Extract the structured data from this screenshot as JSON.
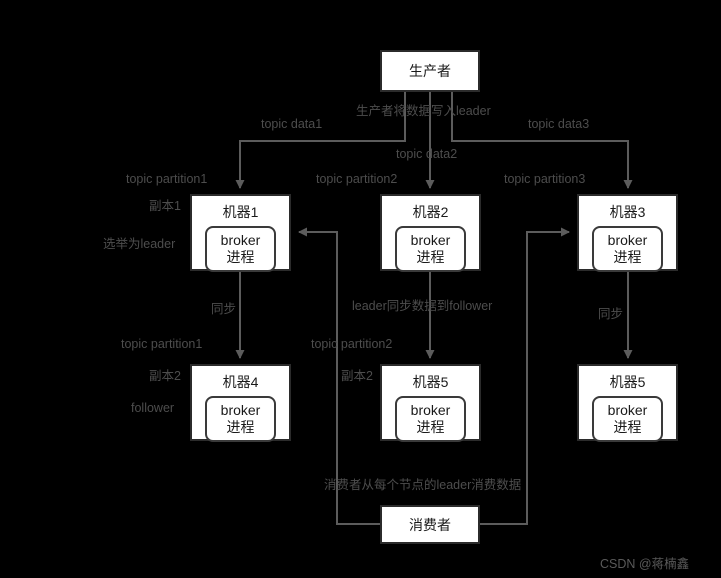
{
  "diagram": {
    "title_node": {
      "label": "生产者"
    },
    "consumer_node": {
      "label": "消费者"
    },
    "process_label": "broker\n进程",
    "process_line1": "broker",
    "process_line2": "进程",
    "brokers": [
      {
        "name": "机器1"
      },
      {
        "name": "机器2"
      },
      {
        "name": "机器3"
      },
      {
        "name": "机器4"
      },
      {
        "name": "机器5"
      },
      {
        "name": "机器5"
      }
    ],
    "edge_labels": {
      "producer_to_leader": "生产者将数据写入leader",
      "topic_data1": "topic data1",
      "topic_data2": "topic data2",
      "topic_data3": "topic data3",
      "topic_partition1_top": "topic partition1",
      "topic_partition2_top": "topic partition2",
      "topic_partition3_top": "topic partition3",
      "replica1": "副本1",
      "elect_leader": "选举为leader",
      "sync_left": "同步",
      "sync_right": "同步",
      "leader_sync_follower": "leader同步数据到follower",
      "topic_partition1_bottom": "topic partition1",
      "topic_partition2_bottom": "topic partition2",
      "replica2_left": "副本2",
      "replica2_mid": "副本2",
      "follower": "follower",
      "consumer_reads": "消费者从每个节点的leader消费数据"
    },
    "watermark": "CSDN @蒋楠鑫",
    "colors": {
      "background": "#000000",
      "node_fill": "#ffffff",
      "node_stroke": "#2b2b2b",
      "wire": "#5c5c5c",
      "label_text": "#4d4d4d",
      "node_text": "#1a1a1a"
    }
  }
}
